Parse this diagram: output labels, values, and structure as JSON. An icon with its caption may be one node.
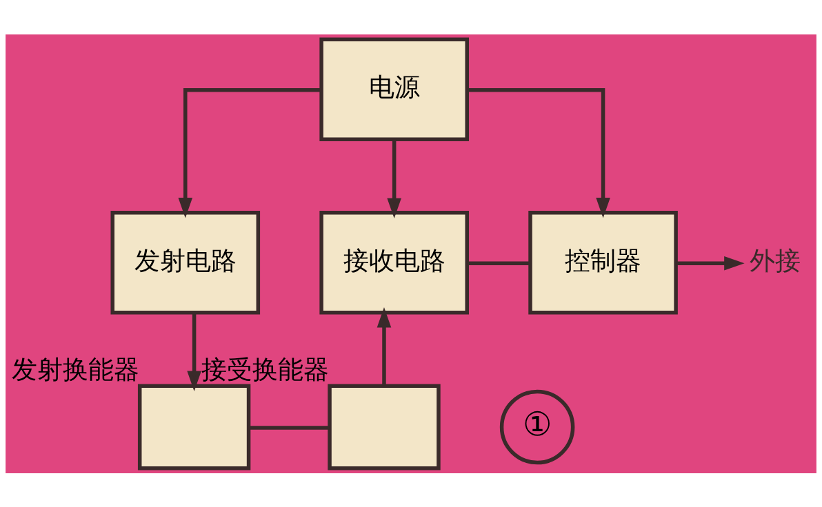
{
  "diagram": {
    "nodes": [
      {
        "text": [
          "电源"
        ]
      },
      {
        "text": [
          "发射电路"
        ]
      },
      {
        "text": [
          "接收电路"
        ]
      },
      {
        "text": [
          "控制器"
        ]
      },
      {
        "text": [
          "外接"
        ]
      },
      {
        "text": [
          "发射换能器"
        ]
      },
      {
        "text": [
          "接受换能器"
        ]
      }
    ],
    "edges": [
      {
        "from": 0,
        "to": 1,
        "arrow": "to"
      },
      {
        "from": 0,
        "to": 2,
        "arrow": "to"
      },
      {
        "from": 0,
        "to": 3,
        "arrow": "to"
      },
      {
        "from": 2,
        "to": 3,
        "arrow": "none"
      },
      {
        "from": 3,
        "to": 4,
        "arrow": "to"
      },
      {
        "from": 1,
        "to": 5,
        "arrow": "to"
      },
      {
        "from": 6,
        "to": 2,
        "arrow": "to"
      },
      {
        "from": 5,
        "to": 6,
        "arrow": "none"
      }
    ],
    "labels": [
      "①"
    ]
  }
}
